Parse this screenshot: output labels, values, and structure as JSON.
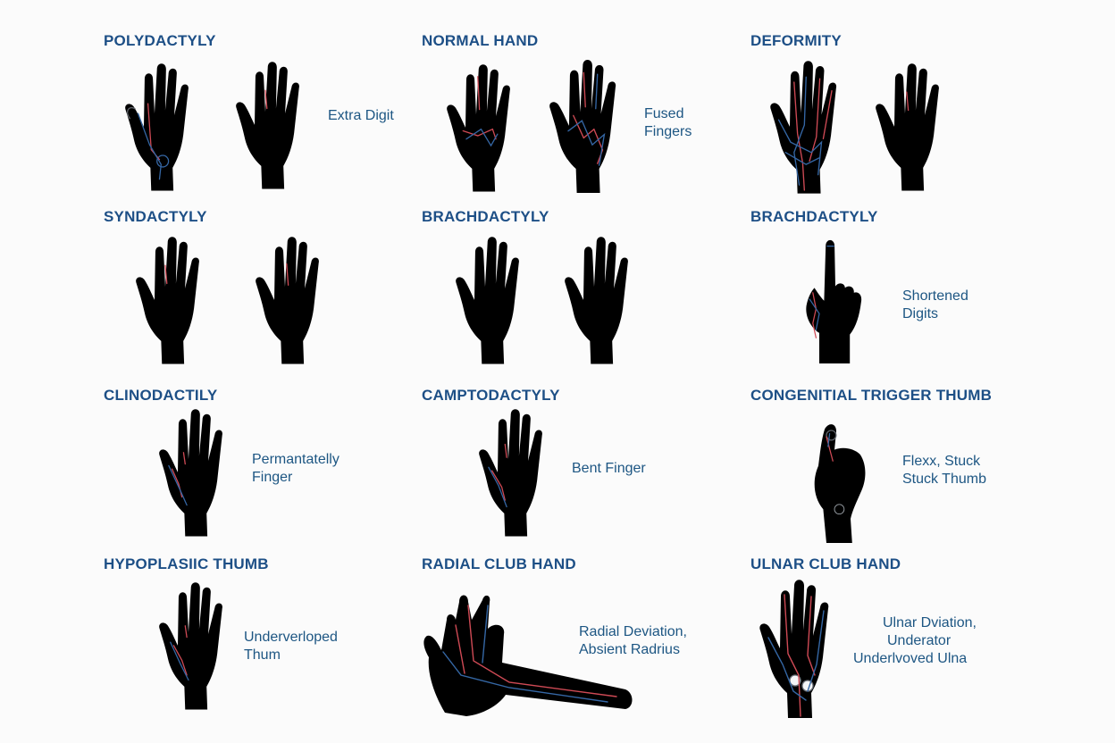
{
  "panels": [
    {
      "id": "polydactyly",
      "title": "POLYDACTYLY",
      "label": [
        "Extra Digit"
      ]
    },
    {
      "id": "normal-hand",
      "title": "NORMAL HAND",
      "label": [
        "Fused",
        "Fingers"
      ]
    },
    {
      "id": "deformity",
      "title": "DEFORMITY",
      "label": []
    },
    {
      "id": "syndactyly",
      "title": "SYNDACTYLY",
      "label": []
    },
    {
      "id": "brachdactyly-1",
      "title": "BRACHDACTYLY",
      "label": []
    },
    {
      "id": "brachdactyly-2",
      "title": "BRACHDACTYLY",
      "label": [
        "Shortened",
        "Digits"
      ]
    },
    {
      "id": "clinodactily",
      "title": "CLINODACTILY",
      "label": [
        "Permantatelly",
        "Finger"
      ]
    },
    {
      "id": "camptodactyly",
      "title": "CAMPTODACTYLY",
      "label": [
        "Bent Finger"
      ]
    },
    {
      "id": "congenital-trigger-thumb",
      "title": "CONGENITIAL TRIGGER THUMB",
      "label": [
        "Flexx, Stuck",
        "Stuck Thumb"
      ]
    },
    {
      "id": "hypoplasiic-thumb",
      "title": "HYPOPLASIIC THUMB",
      "label": [
        "Underverloped",
        "Thum"
      ]
    },
    {
      "id": "radial-club-hand",
      "title": "RADIAL CLUB HAND",
      "label": [
        "Radial Deviation,",
        "Absient Radrius"
      ]
    },
    {
      "id": "ulnar-club-hand",
      "title": "ULNAR CLUB HAND",
      "label": [
        "Ulnar Dviation,",
        "Underator",
        "Underlvoved Ulna"
      ]
    }
  ],
  "colors": {
    "title": "#1d4f86",
    "label": "#1d5683",
    "artery": "#cf4a55",
    "vein": "#3567a5",
    "outline": "#5d6168"
  }
}
